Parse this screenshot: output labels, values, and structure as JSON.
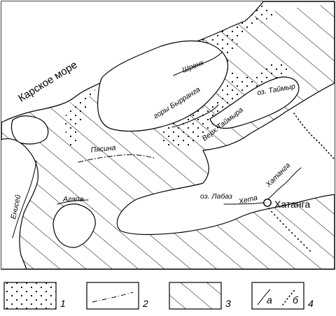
{
  "map": {
    "labels": {
      "kara_sea": "Карское море",
      "shrenk": "Шренк",
      "byrranga": "горы Бырранга",
      "verkh_taymyra": "Верх.Таймыра",
      "lake_taymyr": "оз. Таймыр",
      "pyasina": "Пясина",
      "yenisei": "Енисей",
      "agapa": "Агапа",
      "lake_labaz": "оз. Лабаз",
      "khatanga_river": "Хатанга",
      "kheta": "Хета",
      "khatanga_city": "Хатанга"
    },
    "legend": {
      "items": [
        {
          "number": "1",
          "pattern": "dots"
        },
        {
          "number": "2",
          "pattern": "dash-dot line"
        },
        {
          "number": "3",
          "pattern": "hatching"
        },
        {
          "number": "4",
          "pattern": "boundaries",
          "sub_a": "а",
          "sub_b": "б"
        }
      ]
    },
    "colors": {
      "ink": "#000000",
      "paper": "#ffffff"
    }
  }
}
